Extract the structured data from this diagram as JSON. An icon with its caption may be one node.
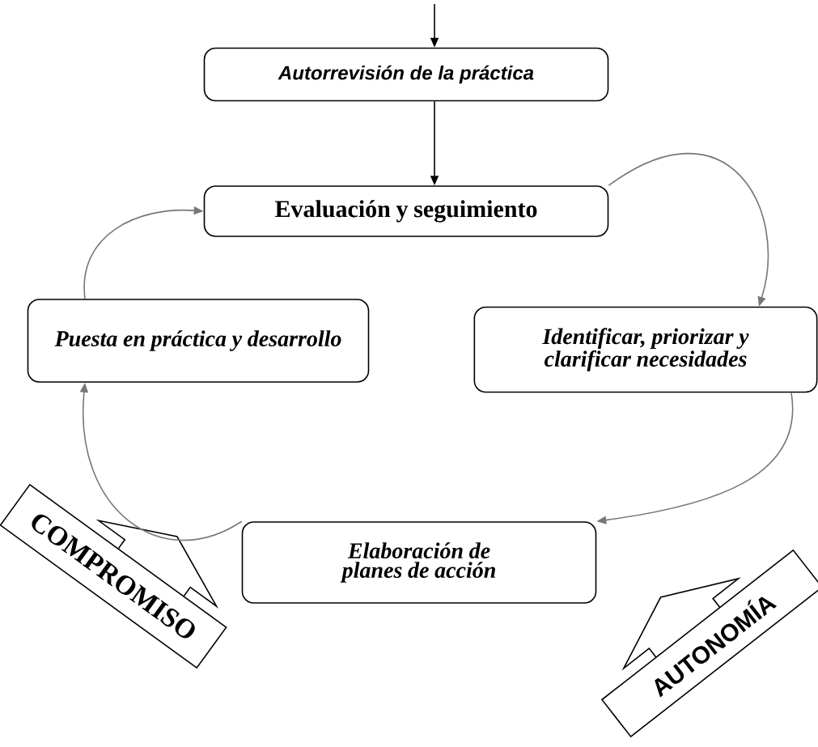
{
  "diagram": {
    "nodes": [
      {
        "text": [
          "Autorrevisión de la práctica"
        ]
      },
      {
        "text": [
          "Evaluación y seguimiento"
        ]
      },
      {
        "text": [
          "Identificar, priorizar y clarificar necesidades"
        ]
      },
      {
        "text": [
          "Elaboración de planes de acción"
        ]
      },
      {
        "text": [
          "Puesta en práctica y desarrollo"
        ]
      },
      {
        "text": [
          "COMPROMISO"
        ]
      },
      {
        "text": [
          "AUTONOMÍA"
        ]
      }
    ],
    "edges": [
      {
        "from": null,
        "to": 0,
        "arrow": "to",
        "color": "#000000"
      },
      {
        "from": 0,
        "to": 1,
        "arrow": "to",
        "color": "#000000"
      },
      {
        "from": 1,
        "to": 2,
        "arrow": "to"
      },
      {
        "from": 2,
        "to": 3,
        "arrow": "to"
      },
      {
        "from": 3,
        "to": 4,
        "arrow": "to"
      },
      {
        "from": 4,
        "to": 1,
        "arrow": "to"
      }
    ]
  }
}
